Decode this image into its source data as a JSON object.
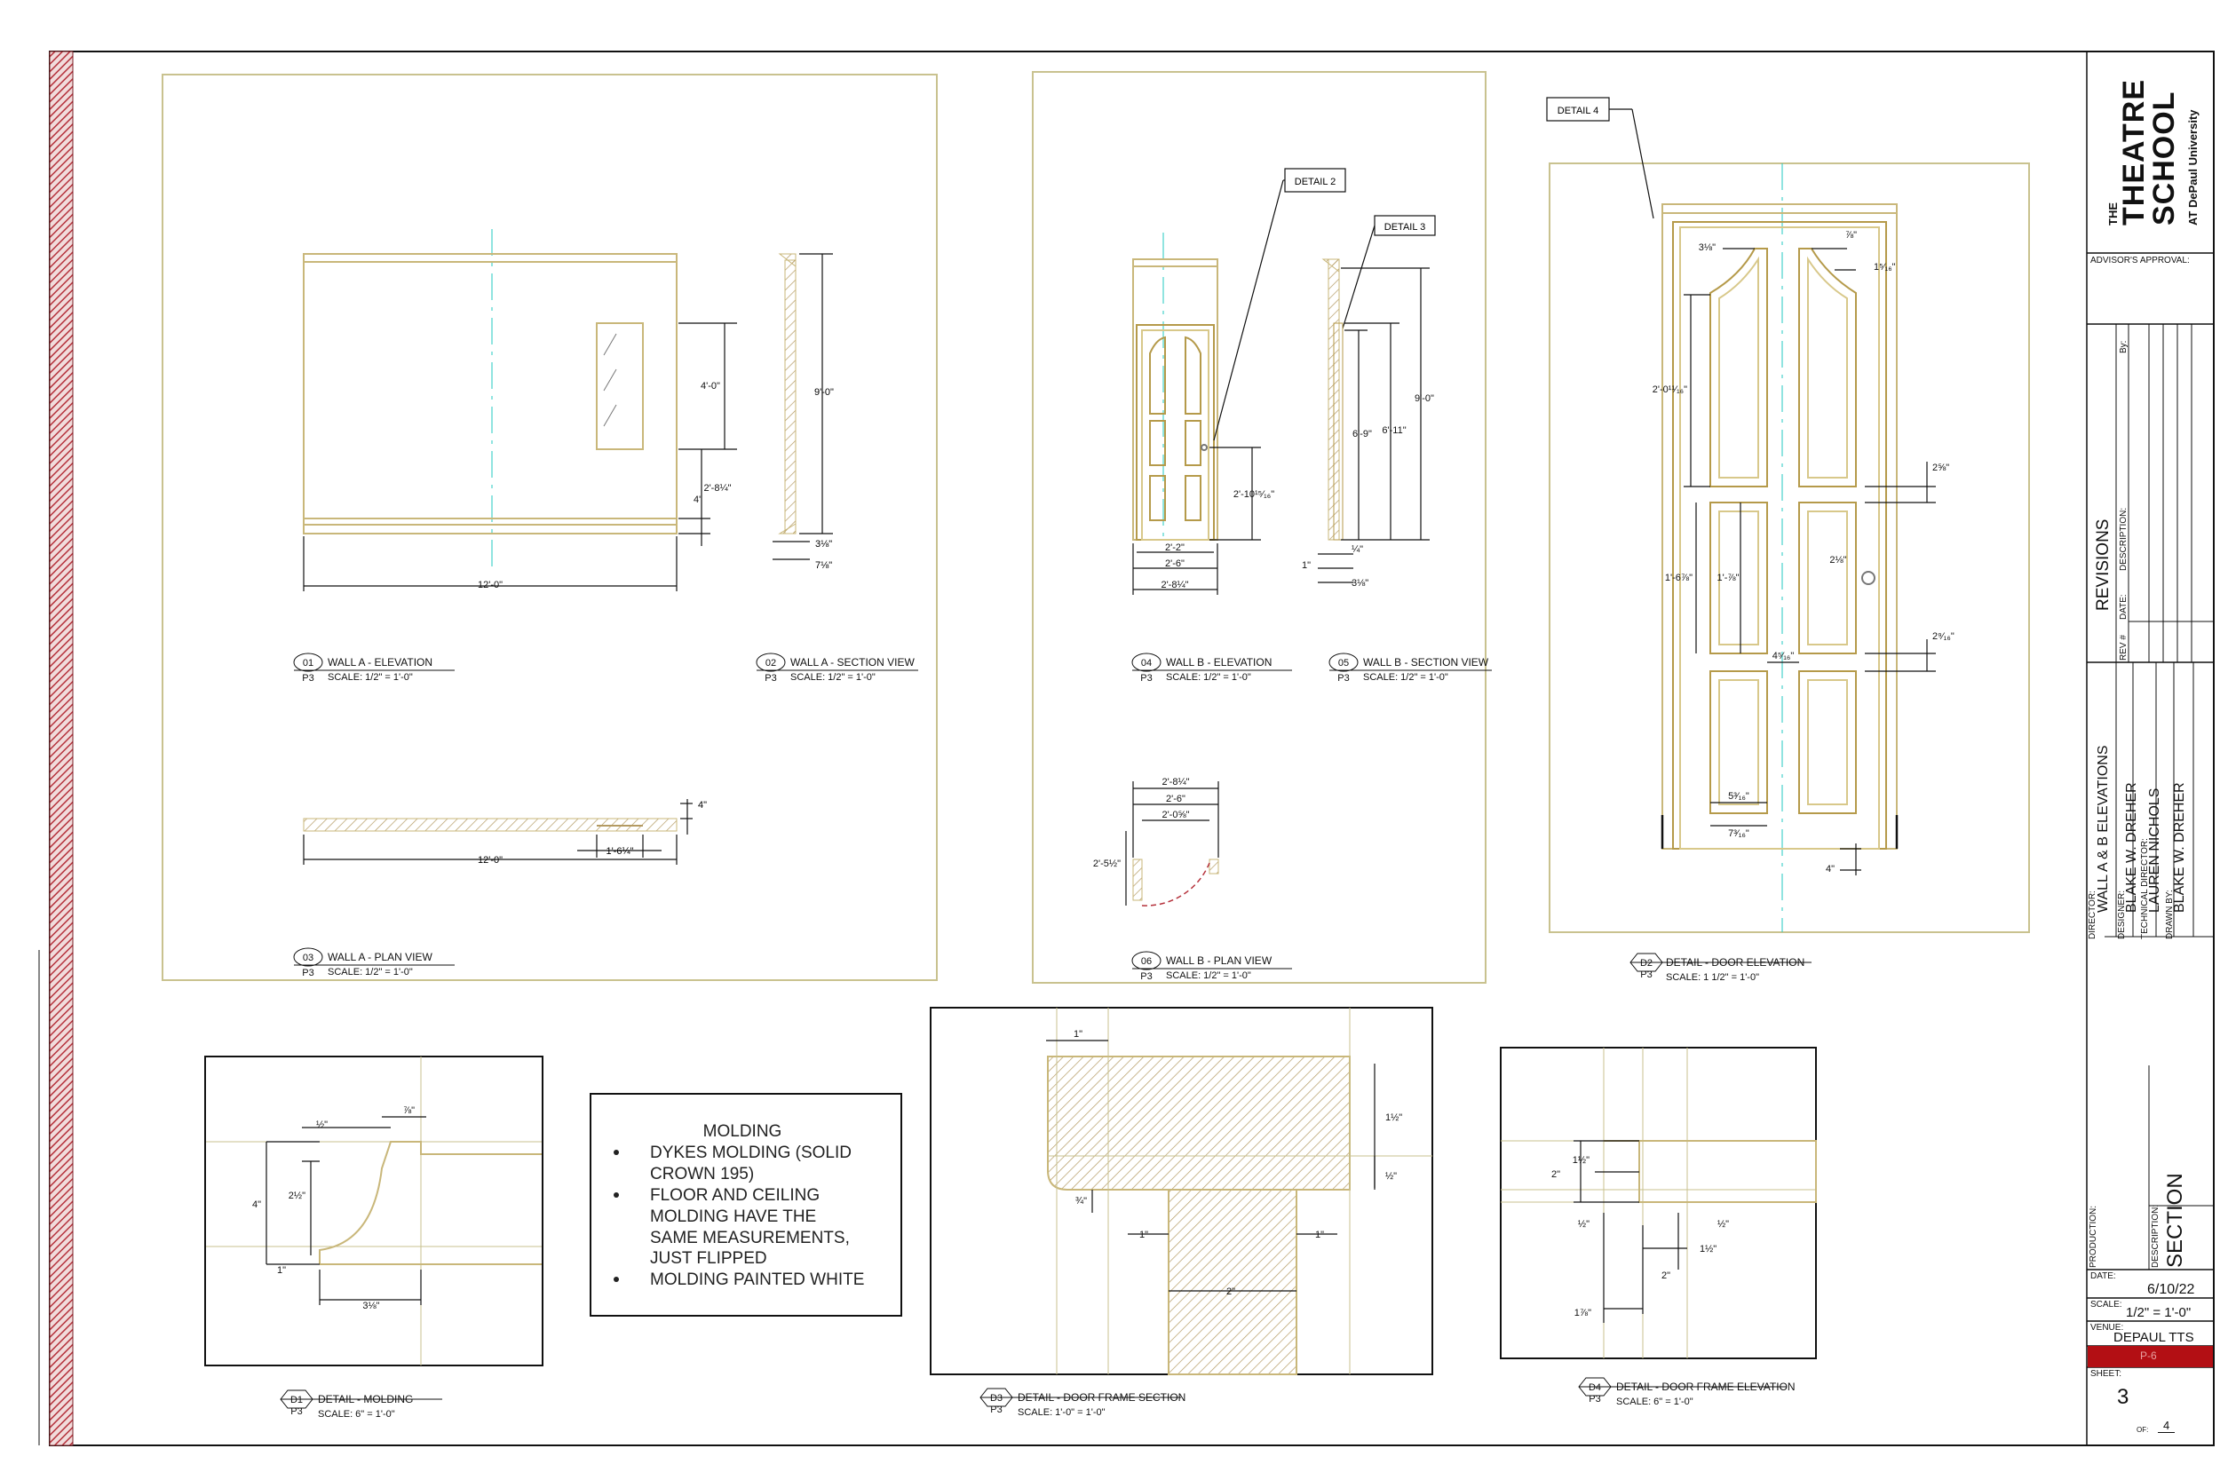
{
  "views": {
    "wall_a_elevation": {
      "num": "01",
      "sheet": "P3",
      "title": "WALL A - ELEVATION",
      "scale": "SCALE: 1/2\" = 1'-0\""
    },
    "wall_a_section": {
      "num": "02",
      "sheet": "P3",
      "title": "WALL A - SECTION VIEW",
      "scale": "SCALE: 1/2\" = 1'-0\""
    },
    "wall_a_plan": {
      "num": "03",
      "sheet": "P3",
      "title": "WALL A - PLAN VIEW",
      "scale": "SCALE: 1/2\" = 1'-0\""
    },
    "wall_b_elevation": {
      "num": "04",
      "sheet": "P3",
      "title": "WALL B - ELEVATION",
      "scale": "SCALE: 1/2\" = 1'-0\""
    },
    "wall_b_section": {
      "num": "05",
      "sheet": "P3",
      "title": "WALL B - SECTION VIEW",
      "scale": "SCALE: 1/2\" = 1'-0\""
    },
    "wall_b_plan": {
      "num": "06",
      "sheet": "P3",
      "title": "WALL B - PLAN VIEW",
      "scale": "SCALE: 1/2\" = 1'-0\""
    },
    "door_elevation": {
      "num": "D2",
      "sheet": "P3",
      "title": "DETAIL - DOOR ELEVATION",
      "scale": "SCALE: 1 1/2\" = 1'-0\""
    },
    "molding": {
      "num": "D1",
      "sheet": "P3",
      "title": "DETAIL - MOLDING",
      "scale": "SCALE: 6\" = 1'-0\""
    },
    "door_frame_section": {
      "num": "D3",
      "sheet": "P3",
      "title": "DETAIL - DOOR FRAME SECTION",
      "scale": "SCALE: 1'-0\" = 1'-0\""
    },
    "door_frame_elevation": {
      "num": "D4",
      "sheet": "P3",
      "title": "DETAIL - DOOR FRAME ELEVATION",
      "scale": "SCALE: 6\" = 1'-0\""
    }
  },
  "callouts": {
    "detail2": "DETAIL 2",
    "detail3": "DETAIL 3",
    "detail4": "DETAIL 4"
  },
  "dims": {
    "a_height": "4'-0\"",
    "a_sill": "2'-8¼\"",
    "a_base": "4\"",
    "a_width": "12'-0\"",
    "a_sec_height": "9'-0\"",
    "a_sec_d1": "3⅛\"",
    "a_sec_d2": "7⅛\"",
    "a_plan_depth": "4\"",
    "a_plan_width": "12'-0\"",
    "a_plan_open": "1'-6¼\"",
    "b_knob": "2'-10¹⁵⁄₁₆\"",
    "b_w1": "2'-2\"",
    "b_w2": "2'-6\"",
    "b_w3": "2'-8¼\"",
    "b_sec_door": "6'-9\"",
    "b_sec_frame": "6'-11\"",
    "b_sec_total": "9'-0\"",
    "b_sec_d1": "¼\"",
    "b_sec_d2": "1\"",
    "b_sec_d3": "3⅛\"",
    "b_plan_w1": "2'-8¼\"",
    "b_plan_w2": "2'-6\"",
    "b_plan_w3": "2'-0⅝\"",
    "b_plan_swing": "2'-5½\"",
    "d_top_l": "3⅛\"",
    "d_top_r": "⅞\"",
    "d_top_r2": "1⁵⁄₁₆\"",
    "d_upper": "2'-0¹¹⁄₁₆\"",
    "d_right1": "2⅝\"",
    "d_mid_l1": "1'-6⅞\"",
    "d_mid_l2": "1'-⅞\"",
    "d_knob": "2⅛\"",
    "d_right2": "2⁹⁄₁₆\"",
    "d_rail": "4⁵⁄₁₆\"",
    "d_low1": "5³⁄₁₆\"",
    "d_low2": "7³⁄₁₆\"",
    "d_base": "4\"",
    "m_top1": "½\"",
    "m_top2": "⅞\"",
    "m_h1": "2½\"",
    "m_h2": "4\"",
    "m_h3": "1\"",
    "m_w": "3⅛\"",
    "f_top": "1\"",
    "f_r1": "1½\"",
    "f_r2": "½\"",
    "f_l1": "¾\"",
    "f_l2": "1\"",
    "f_r3": "1\"",
    "f_bot": "2\"",
    "e_h1": "2\"",
    "e_h2": "1½\"",
    "e_h3": "½\"",
    "e_r1": "½\"",
    "e_r2": "1½\"",
    "e_w": "2\"",
    "e_low": "1⅞\""
  },
  "notes": {
    "title": "MOLDING",
    "items": [
      "DYKES MOLDING (SOLID",
      "CROWN 195)",
      "FLOOR AND CEILING",
      "MOLDING HAVE THE",
      "SAME MEASUREMENTS,",
      "JUST FLIPPED",
      "MOLDING PAINTED WHITE"
    ]
  },
  "title_block": {
    "school_the": "THE",
    "school_name1": "THEATRE",
    "school_name2": "SCHOOL",
    "school_sub": "AT DePaul University",
    "advisor_label": "ADVISOR'S APPROVAL:",
    "revisions_title": "REVISIONS",
    "rev_col1": "REV #",
    "rev_col2": "DATE:",
    "rev_col3": "DESCRIPTION:",
    "rev_col4": "By:",
    "director_label": "DIRECTOR:",
    "director": "WALL A & B ELEVATIONS",
    "designer_label": "DESIGNER:",
    "designer": "BLAKE W. DREHER",
    "td_label": "TECHNICAL DIRECTOR:",
    "td": "LAUREN NICHOLS",
    "drawn_label": "DRAWN BY:",
    "drawn": "BLAKE W. DREHER",
    "production_label": "PRODUCTION:",
    "description_label": "DESCRIPTION:",
    "description": "SECTION",
    "date_label": "DATE:",
    "date": "6/10/22",
    "scale_label": "SCALE:",
    "scale": "1/2\" = 1'-0\"",
    "venue_label": "VENUE:",
    "venue": "DEPAUL TTS",
    "plate": "P-6",
    "sheet_label": "SHEET:",
    "sheet": "3",
    "of_label": "OF:",
    "of": "4"
  },
  "colors": {
    "frame": "#111111",
    "line": "#c9b77a",
    "door": "#b59a4a",
    "hatch": "#b49a62",
    "border_strip": "#b5313b",
    "plate_bg": "#b30f14",
    "center": "#22c8c0"
  }
}
